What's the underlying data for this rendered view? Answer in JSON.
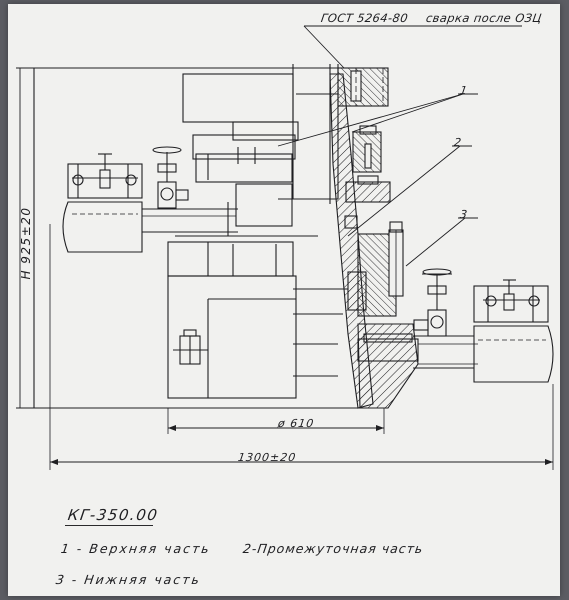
{
  "header": {
    "standard": "ГОСТ 5264-80",
    "weld_note": "сварка после ОЗЦ"
  },
  "callouts": {
    "one": "1",
    "two": "2",
    "three": "3"
  },
  "dimensions": {
    "height": "Н 925±20",
    "diameter": "ø 610",
    "width": "1300±20"
  },
  "caption": {
    "model": "КГ-350.00",
    "part1": "1 - Верхняя часть",
    "part2": "2-Промежуточная часть",
    "part3": "3 - Нижняя часть"
  },
  "colors": {
    "paper": "#f1f1ef",
    "ink": "#1f1f22",
    "background": "#5c5d63"
  }
}
